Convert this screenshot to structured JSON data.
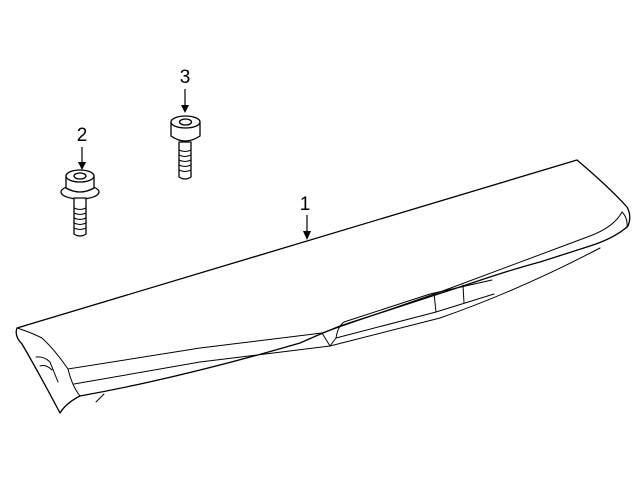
{
  "callouts": [
    {
      "number": "1",
      "part": "spoiler"
    },
    {
      "number": "2",
      "part": "flange-bolt"
    },
    {
      "number": "3",
      "part": "socket-bolt"
    }
  ]
}
